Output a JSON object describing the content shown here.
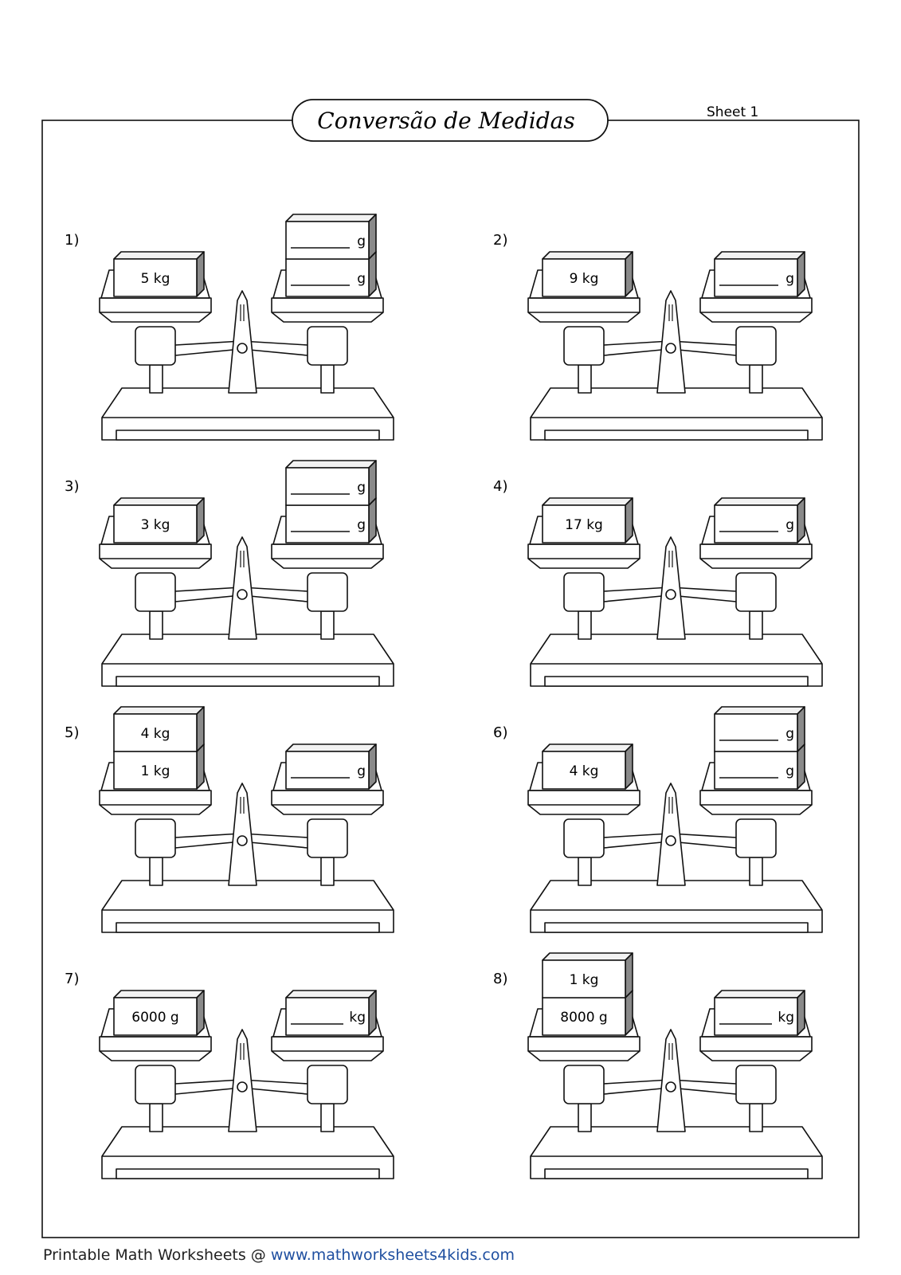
{
  "header": {
    "title": "Conversão de Medidas",
    "sheet_label": "Sheet 1"
  },
  "problems": [
    {
      "number": "1)",
      "left_boxes": [
        "5 kg"
      ],
      "right_boxes": [
        "g",
        "g"
      ]
    },
    {
      "number": "2)",
      "left_boxes": [
        "9 kg"
      ],
      "right_boxes": [
        "g"
      ]
    },
    {
      "number": "3)",
      "left_boxes": [
        "3 kg"
      ],
      "right_boxes": [
        "g",
        "g"
      ]
    },
    {
      "number": "4)",
      "left_boxes": [
        "17 kg"
      ],
      "right_boxes": [
        "g"
      ]
    },
    {
      "number": "5)",
      "left_boxes": [
        "4 kg",
        "1 kg"
      ],
      "right_boxes": [
        "g"
      ]
    },
    {
      "number": "6)",
      "left_boxes": [
        "4 kg"
      ],
      "right_boxes": [
        "g",
        "g"
      ]
    },
    {
      "number": "7)",
      "left_boxes": [
        "6000 g"
      ],
      "right_boxes": [
        "kg"
      ]
    },
    {
      "number": "8)",
      "left_boxes": [
        "1 kg",
        "8000 g"
      ],
      "right_boxes": [
        "kg"
      ]
    }
  ],
  "footer": {
    "prefix": "Printable Math Worksheets @ ",
    "url": "www.mathworksheets4kids.com"
  }
}
